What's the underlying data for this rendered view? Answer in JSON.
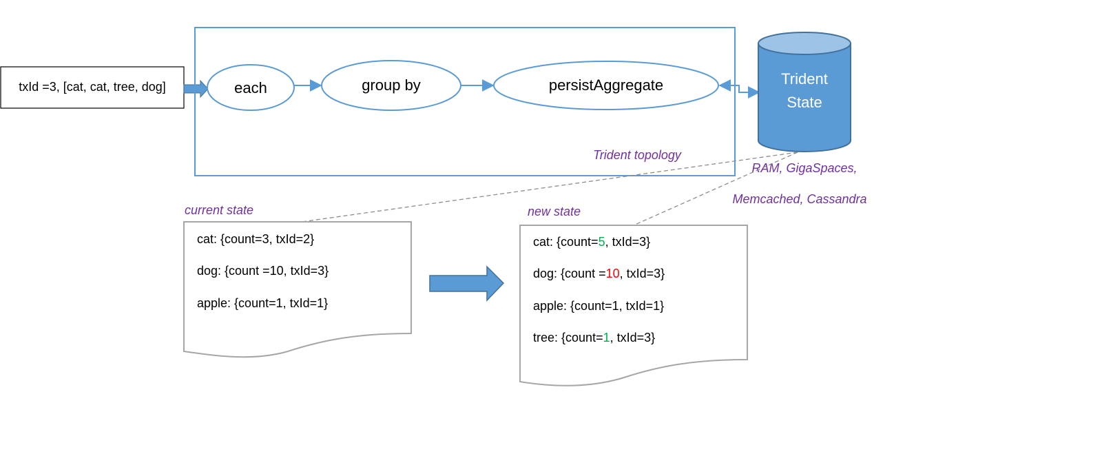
{
  "input_box": {
    "text": "txId =3, [cat, cat, tree, dog]"
  },
  "topology": {
    "caption": "Trident topology",
    "nodes": {
      "each": "each",
      "group_by": "group by",
      "persist": "persistAggregate"
    }
  },
  "state_db": {
    "line1": "Trident",
    "line2": "State",
    "caption_line1": "RAM, GigaSpaces,",
    "caption_line2": "Memcached, Cassandra"
  },
  "current_state": {
    "caption": "current state",
    "rows": [
      [
        {
          "t": "cat: {count=3, txId=2}"
        }
      ],
      [
        {
          "t": "dog: {count =10, txId=3}"
        }
      ],
      [
        {
          "t": "apple: {count=1, txId=1}"
        }
      ]
    ]
  },
  "new_state": {
    "caption": "new state",
    "rows": [
      [
        {
          "t": "cat: {count="
        },
        {
          "t": "5",
          "c": "green"
        },
        {
          "t": ", txId=3}"
        }
      ],
      [
        {
          "t": "dog: {count ="
        },
        {
          "t": "10",
          "c": "red"
        },
        {
          "t": ", txId=3}"
        }
      ],
      [
        {
          "t": "apple: {count=1, txId=1}"
        }
      ],
      [
        {
          "t": "tree: {count="
        },
        {
          "t": "1",
          "c": "green"
        },
        {
          "t": ", txId=3}"
        }
      ]
    ]
  },
  "colors": {
    "accent": "#5b9bd5",
    "db_fill": "#5b9bd5",
    "db_top": "#9dc3e6",
    "db_stroke": "#41719c",
    "caption": "#7030a0",
    "doc_border": "#a6a6a6",
    "green": "#00b050",
    "red": "#ff0000"
  }
}
